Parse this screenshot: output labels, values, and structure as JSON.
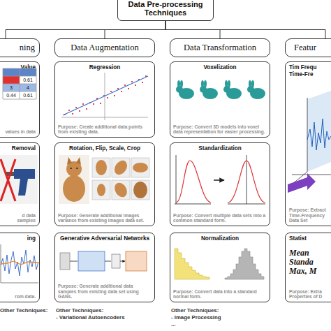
{
  "diagram": {
    "nodes": [
      {
        "text": [
          "Data Pre-processing Techniques"
        ]
      },
      {
        "text": [
          "ning"
        ]
      },
      {
        "text": [
          "Data Augmentation"
        ]
      },
      {
        "text": [
          "Data Transformation"
        ]
      },
      {
        "text": [
          "Featur"
        ]
      },
      {
        "text": [
          "Value",
          "values in data"
        ]
      },
      {
        "text": [
          "Regression",
          "Purpose: Create additional data points from existing data."
        ]
      },
      {
        "text": [
          "Voxelization",
          "Purpose: Convert 3D models into voxel data representation for easier processing."
        ]
      },
      {
        "text": [
          "Tim Frequ Time-Fre",
          "Purpose: Extract Time-Frequency Data Set"
        ]
      },
      {
        "text": [
          "Removal",
          "d data samples"
        ]
      },
      {
        "text": [
          "Rotation, Flip, Scale, Crop",
          "Purpose: Generate additional images variance from existing images data set."
        ]
      },
      {
        "text": [
          "Standardization",
          "Purpose: Convert multiple data sets into a common standard form."
        ]
      },
      {
        "text": [
          "ing",
          "rom data."
        ]
      },
      {
        "text": [
          "Generative Adversarial Networks",
          "Purpose: Generate additional data samples from existing data set using GANs."
        ]
      },
      {
        "text": [
          "Normalization",
          "Purpose: Convert data into a standard normal form."
        ]
      },
      {
        "text": [
          "Statist",
          "Mean Standa Max, M",
          "Purpose: Extra Properties of D"
        ]
      }
    ],
    "edges": [
      {
        "from": 0,
        "to": 1,
        "arrow": "none"
      },
      {
        "from": 0,
        "to": 2,
        "arrow": "none"
      },
      {
        "from": 0,
        "to": 3,
        "arrow": "none"
      },
      {
        "from": 0,
        "to": 4,
        "arrow": "none"
      }
    ],
    "labels": [
      "0.61",
      "3",
      "4",
      "0.44",
      "0.61",
      "Other Techniques:",
      "Other Techniques:",
      "- Variational Autoencoders",
      "Other Techniques:",
      "- Image Processing",
      "..."
    ]
  }
}
